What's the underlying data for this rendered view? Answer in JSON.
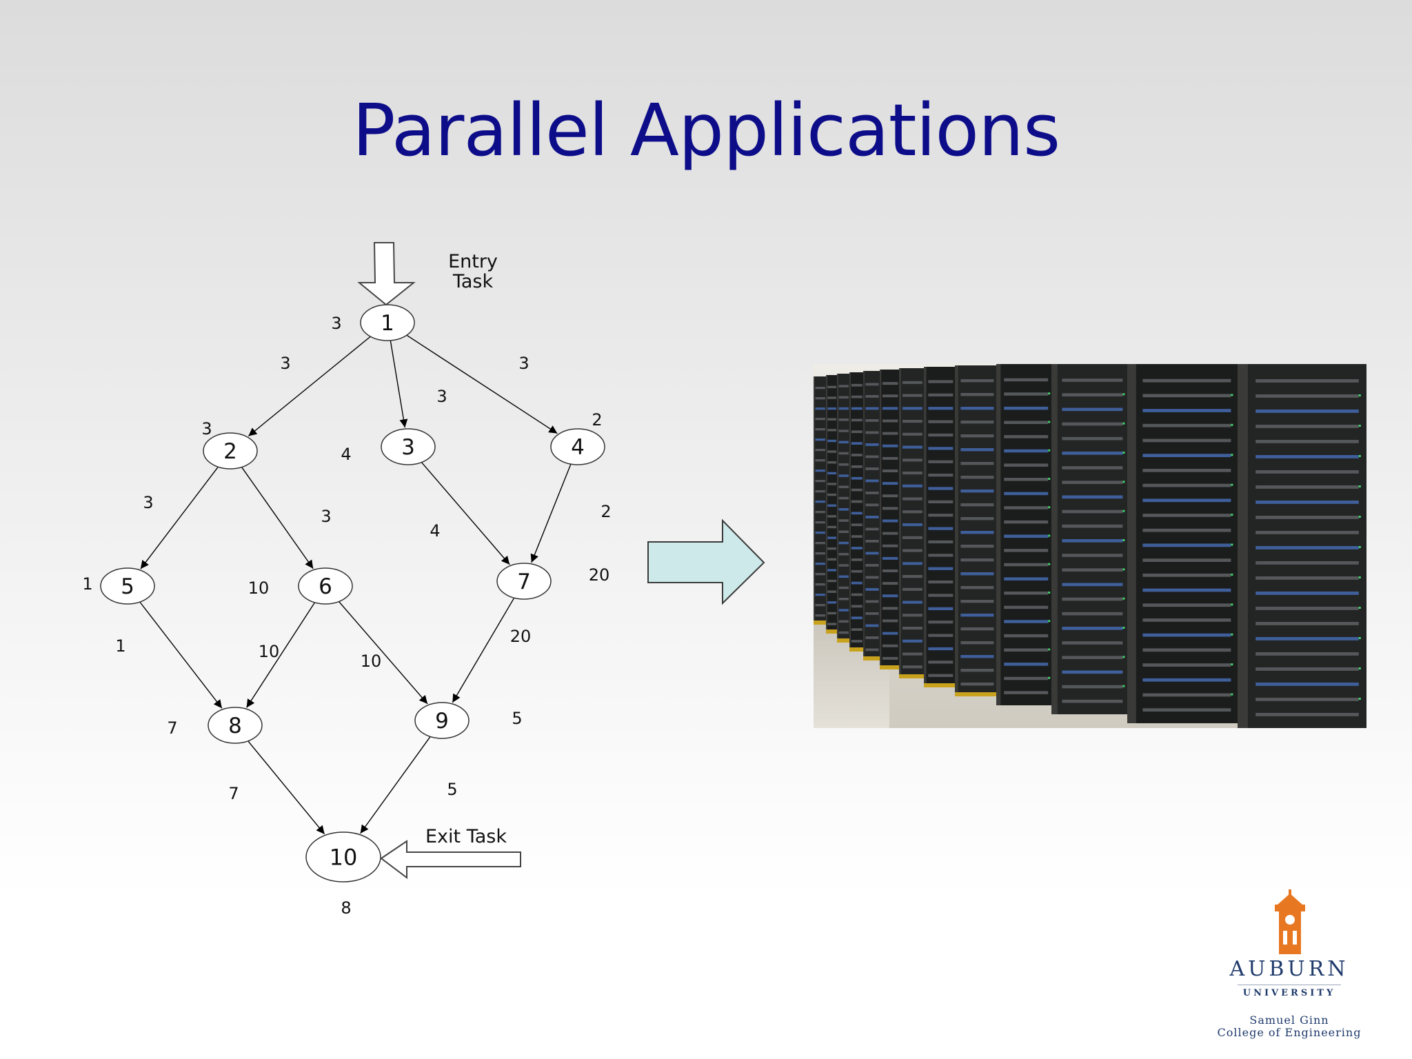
{
  "slide": {
    "title": "Parallel Applications"
  },
  "graph": {
    "entry_label_line1": "Entry",
    "entry_label_line2": "Task",
    "exit_label": "Exit Task",
    "nodes": [
      {
        "id": "1",
        "weight": "3"
      },
      {
        "id": "2",
        "weight": "3"
      },
      {
        "id": "3",
        "weight": "4"
      },
      {
        "id": "4",
        "weight": "2"
      },
      {
        "id": "5",
        "weight": "1"
      },
      {
        "id": "6",
        "weight": "10"
      },
      {
        "id": "7",
        "weight": "20"
      },
      {
        "id": "8",
        "weight": "7"
      },
      {
        "id": "9",
        "weight": "5"
      },
      {
        "id": "10",
        "weight": "8"
      }
    ],
    "edges": [
      {
        "from": "1",
        "to": "2",
        "weight": "3"
      },
      {
        "from": "1",
        "to": "3",
        "weight": "3"
      },
      {
        "from": "1",
        "to": "4",
        "weight": "3"
      },
      {
        "from": "2",
        "to": "5",
        "weight": "3"
      },
      {
        "from": "2",
        "to": "6",
        "weight": "3"
      },
      {
        "from": "3",
        "to": "7",
        "weight": "4"
      },
      {
        "from": "4",
        "to": "7",
        "weight": "2"
      },
      {
        "from": "5",
        "to": "8",
        "weight": "1"
      },
      {
        "from": "6",
        "to": "8",
        "weight": "10"
      },
      {
        "from": "6",
        "to": "9",
        "weight": "10"
      },
      {
        "from": "7",
        "to": "9",
        "weight": "20"
      },
      {
        "from": "8",
        "to": "10",
        "weight": "7"
      },
      {
        "from": "9",
        "to": "10",
        "weight": "5"
      }
    ]
  },
  "arrow_color": "#cde9ea",
  "logo": {
    "name": "AUBURN",
    "university": "UNIVERSITY",
    "line1": "Samuel Ginn",
    "line2": "College of Engineering",
    "color": "#e87722"
  }
}
